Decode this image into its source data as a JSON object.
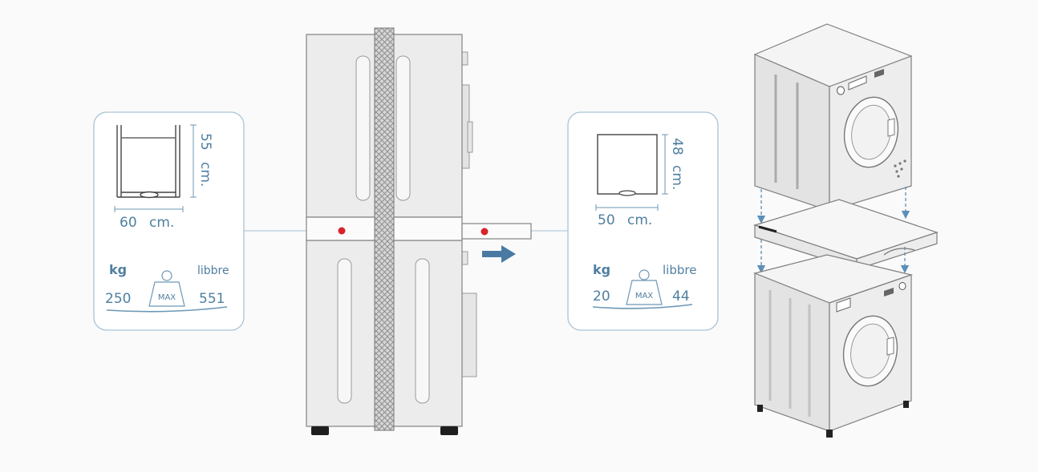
{
  "left_panel": {
    "height_value": "55",
    "height_unit": "cm.",
    "width_value": "60",
    "width_unit": "cm.",
    "kg_label": "kg",
    "lb_label": "libbre",
    "kg_value": "250",
    "lb_value": "551",
    "max_label": "MAX"
  },
  "right_panel": {
    "height_value": "48",
    "height_unit": "cm.",
    "width_value": "50",
    "width_unit": "cm.",
    "kg_label": "kg",
    "lb_label": "libbre",
    "kg_value": "20",
    "lb_value": "44",
    "max_label": "MAX"
  },
  "colors": {
    "accent_blue": "#4f7fa0",
    "panel_border": "#a9c3d6",
    "marker_red": "#d8232a",
    "arrow_blue": "#4a7aa4"
  }
}
